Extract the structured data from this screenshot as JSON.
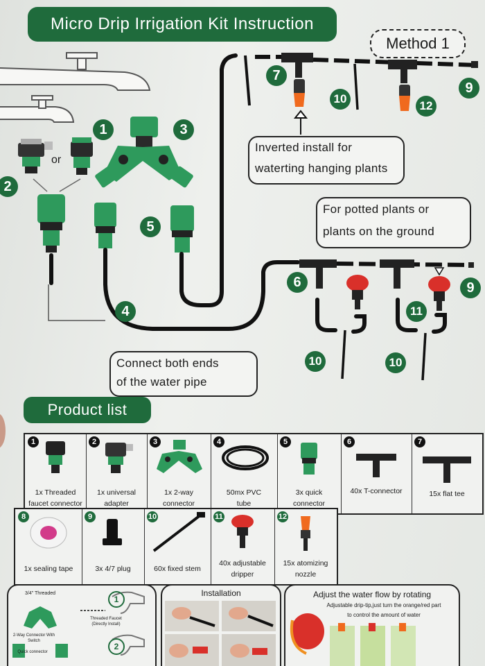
{
  "header": {
    "title": "Micro Drip Irrigation Kit Instruction",
    "method": "Method 1"
  },
  "diagram": {
    "or": "or",
    "callouts": {
      "inverted_line1": "Inverted install for",
      "inverted_line2": "waterting hanging plants",
      "potted_line1": "For potted plants or",
      "potted_line2": "plants on the ground",
      "connect_line1": "Connect both ends",
      "connect_line2": "of the water pipe"
    },
    "badges": {
      "b1": "1",
      "b2": "2",
      "b3": "3",
      "b4": "4",
      "b5": "5",
      "b6": "6",
      "b7": "7",
      "b9a": "9",
      "b9b": "9",
      "b10a": "10",
      "b10b": "10",
      "b10c": "10",
      "b11": "11",
      "b12": "12"
    }
  },
  "product_list": {
    "title": "Product list",
    "row1": [
      {
        "num": "1",
        "label1": "1x Threaded",
        "label2": "faucet connector"
      },
      {
        "num": "2",
        "label1": "1x universal",
        "label2": "adapter"
      },
      {
        "num": "3",
        "label1": "1x 2-way",
        "label2": "connector"
      },
      {
        "num": "4",
        "label1": "50mx PVC",
        "label2": "tube"
      },
      {
        "num": "5",
        "label1": "3x quick",
        "label2": "connector"
      },
      {
        "num": "6",
        "label1": "40x T-connector",
        "label2": ""
      },
      {
        "num": "7",
        "label1": "15x flat tee",
        "label2": ""
      }
    ],
    "row2": [
      {
        "num": "8",
        "label1": "1x sealing tape",
        "label2": ""
      },
      {
        "num": "9",
        "label1": "3x 4/7 plug",
        "label2": ""
      },
      {
        "num": "10",
        "label1": "60x fixed stem",
        "label2": ""
      },
      {
        "num": "11",
        "label1": "40x adjustable",
        "label2": "dripper"
      },
      {
        "num": "12",
        "label1": "15x atomizing",
        "label2": "nozzle"
      }
    ]
  },
  "bottom": {
    "threaded": "3/4\" Threaded",
    "two_way": "2-Way Connector With Switch",
    "quick": "Quick connector",
    "faucet_note": "Threaded Faucet (Directly Install)",
    "step1": "1",
    "step2": "2",
    "installation": "Installation",
    "adjust_title": "Adjust the water flow by rotating",
    "adjust_line1": "Adjustable drip-tip,just turn the orange/red part",
    "adjust_line2": "to control the amount of water"
  },
  "colors": {
    "brand_green": "#1f6b3c",
    "connector_green": "#2e9a5c",
    "dripper_red": "#d9302a",
    "nozzle_orange": "#f06a1e"
  }
}
